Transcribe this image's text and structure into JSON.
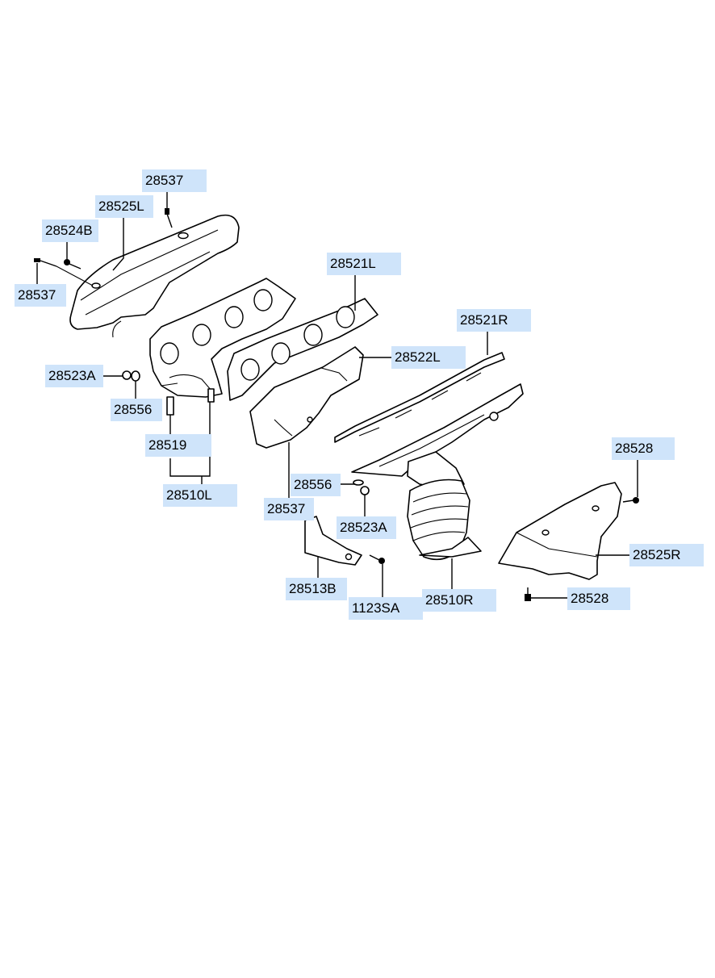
{
  "labels": {
    "l_28537_top": "28537",
    "l_28525L": "28525L",
    "l_28524B": "28524B",
    "l_28537_left": "28537",
    "l_28521L": "28521L",
    "l_28521R": "28521R",
    "l_28522L": "28522L",
    "l_28523A_left": "28523A",
    "l_28556_left": "28556",
    "l_28519": "28519",
    "l_28510L": "28510L",
    "l_28556_mid": "28556",
    "l_28537_mid": "28537",
    "l_28523A_mid": "28523A",
    "l_28528_top": "28528",
    "l_28525R": "28525R",
    "l_28513B": "28513B",
    "l_1123SA": "1123SA",
    "l_28510R": "28510R",
    "l_28528_bot": "28528"
  }
}
